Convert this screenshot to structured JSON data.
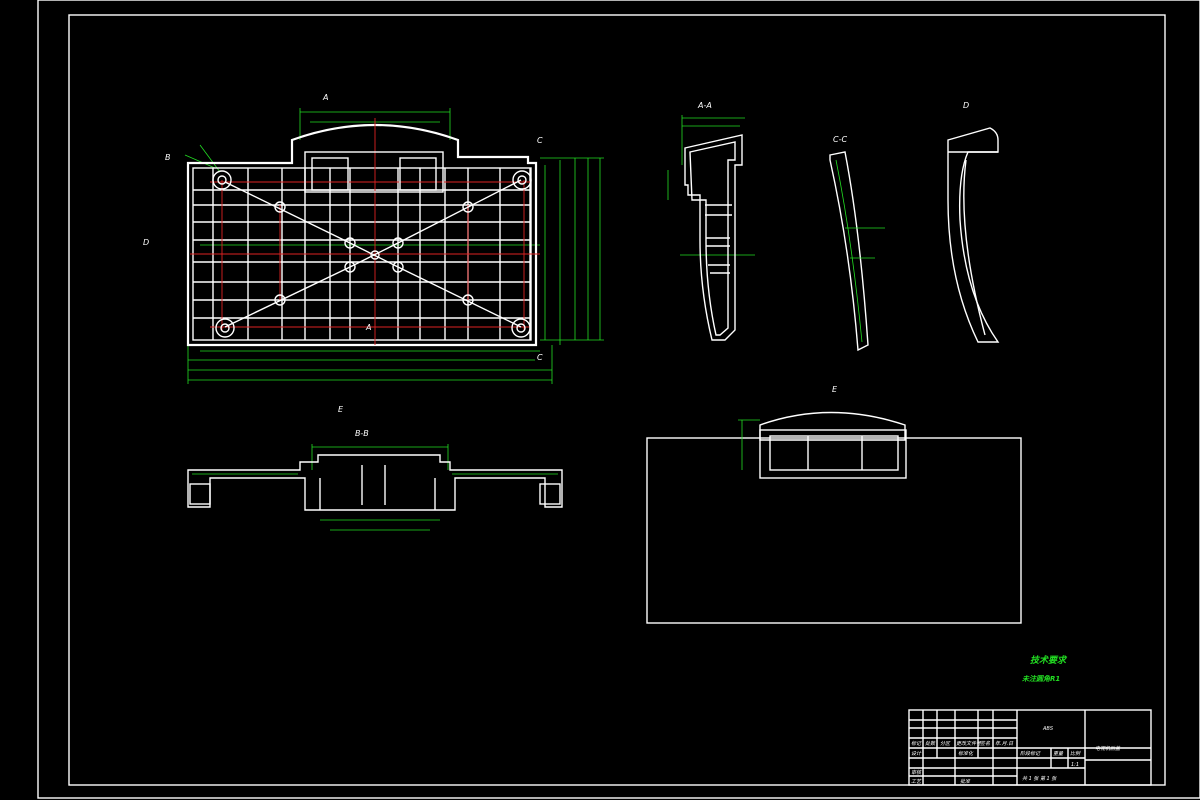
{
  "colors": {
    "background": "#000000",
    "outline": "#ffffff",
    "dimension": "#22dd22",
    "centerline": "#dd2222"
  },
  "views": {
    "section_a": "A-A",
    "section_b": "B-B",
    "section_c": "C-C",
    "view_d": "D",
    "view_e": "E"
  },
  "markers": {
    "a": "A",
    "b": "B",
    "c": "C",
    "d": "D",
    "e": "E"
  },
  "notes": {
    "technical_requirements_title": "技术要求",
    "technical_requirements_text": "未注圆角R1"
  },
  "title_block": {
    "material": "ABS",
    "part_name": "电视机后盖",
    "row_labels": [
      "标记",
      "处数",
      "分区",
      "更改文件号",
      "签名",
      "年.月.日"
    ],
    "side_labels": [
      "设计",
      "审核",
      "工艺"
    ],
    "mid_labels": [
      "标准化",
      "批准"
    ],
    "stage_labels": [
      "阶段标记",
      "重量",
      "比例"
    ],
    "scale": "1:1",
    "sheet_info": "共 1 张    第 1 张"
  }
}
